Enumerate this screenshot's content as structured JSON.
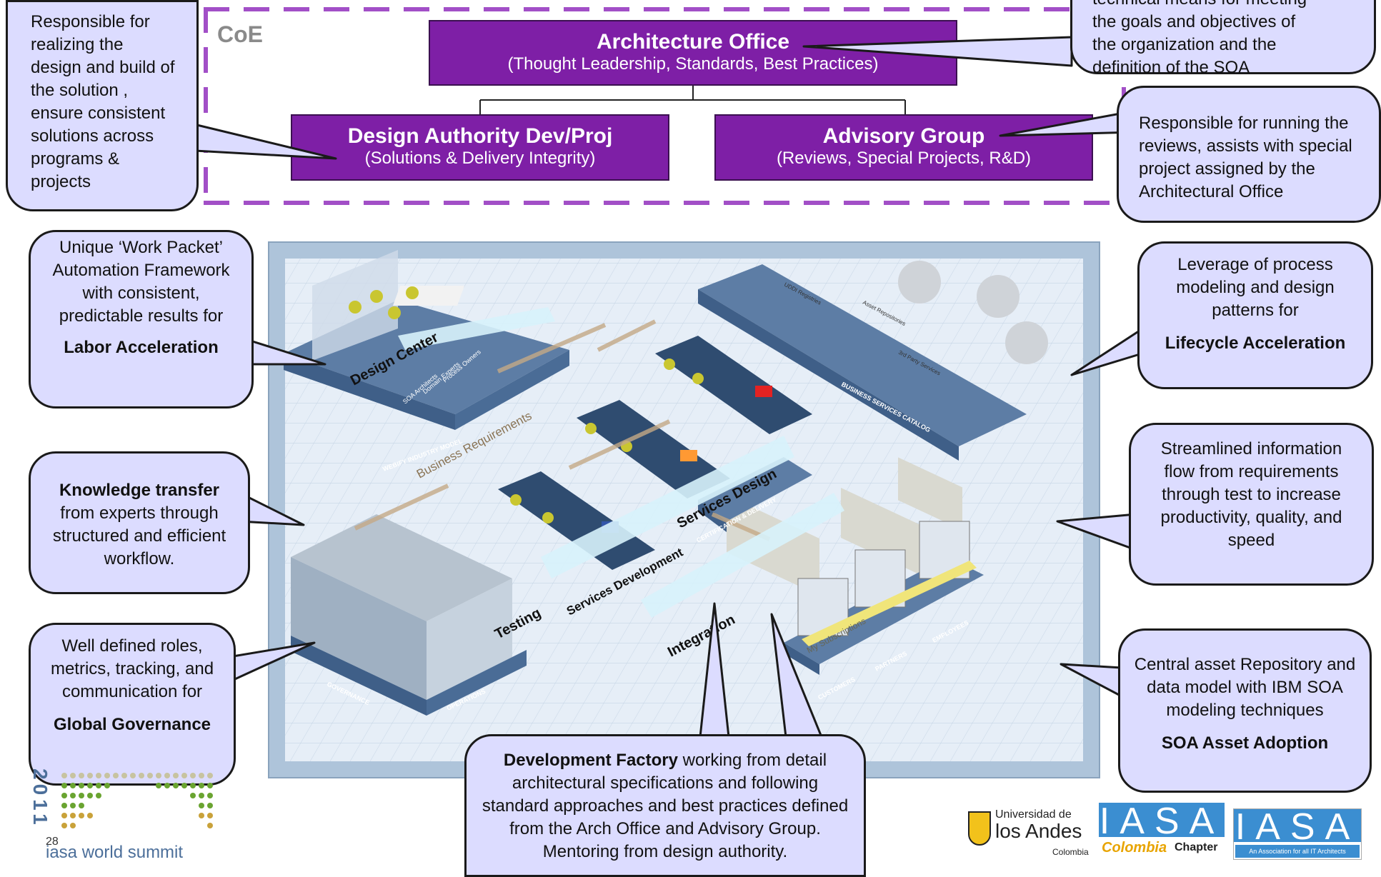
{
  "coe": {
    "label": "CoE",
    "architecture_office": {
      "title": "Architecture Office",
      "subtitle": "(Thought Leadership, Standards, Best Practices)"
    },
    "design_authority": {
      "title": "Design Authority Dev/Proj",
      "subtitle": "(Solutions & Delivery Integrity)"
    },
    "advisory_group": {
      "title": "Advisory Group",
      "subtitle": "(Reviews, Special Projects, R&D)"
    }
  },
  "callouts": {
    "design_authority_desc": "Responsible for realizing the design and build of the solution , ensure consistent solutions across programs & projects",
    "architecture_office_desc": [
      "technical means for meeting",
      "the goals and objectives of",
      "the organization and the",
      "definition of the SOA"
    ],
    "advisory_desc": "Responsible for running the reviews, assists with special project assigned by the Architectural Office",
    "labor": {
      "text": "Unique ‘Work Packet’ Automation Framework with consistent, predictable results for",
      "bold": "Labor Acceleration"
    },
    "knowledge": {
      "bold": "Knowledge transfer",
      "text": "from experts through structured and efficient workflow."
    },
    "governance": {
      "text": "Well defined roles, metrics, tracking, and communication for",
      "bold": "Global Governance"
    },
    "lifecycle": {
      "text": "Leverage of process modeling and design patterns for",
      "bold": "Lifecycle Acceleration"
    },
    "streamlined": {
      "text": "Streamlined information flow from requirements through test to increase productivity, quality, and speed"
    },
    "central_asset": {
      "text": "Central asset Repository and data model with IBM SOA modeling techniques",
      "bold": "SOA Asset Adoption"
    },
    "factory": {
      "bold": "Development Factory",
      "text": "working from detail architectural specifications and following standard approaches and best practices defined from the Arch Office and Advisory Group. Mentoring from design authority."
    }
  },
  "illustration": {
    "labels": {
      "design_center": "Design Center",
      "business_requirements": "Business Requirements",
      "testing": "Testing",
      "services_development": "Services Development",
      "services_design": "Services Design",
      "integration": "Integration",
      "governance": "GOVERNANCE",
      "operations": "OPERATIONS",
      "business_services_catalog": "BUSINESS SERVICES CATALOG",
      "certification_delivery": "CERTIFICATION & DELIVERY",
      "customers": "CUSTOMERS",
      "partners": "PARTNERS",
      "employees": "EMPLOYEES",
      "industry_model": "WEBIFY INDUSTRY MODEL",
      "my_subscriptions": "My Subscriptions",
      "soa_architects": "SOA Architects",
      "domain_experts": "Domain Experts",
      "process_owners": "Process Owners",
      "uddi_registries": "UDDI Registries",
      "asset_repositories": "Asset Repositories",
      "third_party_services": "3rd Party Services"
    }
  },
  "footer": {
    "slide_number": "28",
    "summit_year": "2011",
    "summit_name": "iasa world summit",
    "uniandes_line1": "Universidad de",
    "uniandes_line2": "los Andes",
    "uniandes_line3": "Colombia",
    "iasa_colombia_letters": "IASA",
    "iasa_colombia_name": "Colombia",
    "iasa_colombia_chapter": "Chapter",
    "iasa_letters": "IASA",
    "iasa_tagline": "An Association for all IT Architects"
  },
  "colors": {
    "purple_box": "#7e1fa6",
    "callout_fill": "#dcdcff",
    "dash": "#a24fc7",
    "illustration_bg": "#dde7f2"
  }
}
